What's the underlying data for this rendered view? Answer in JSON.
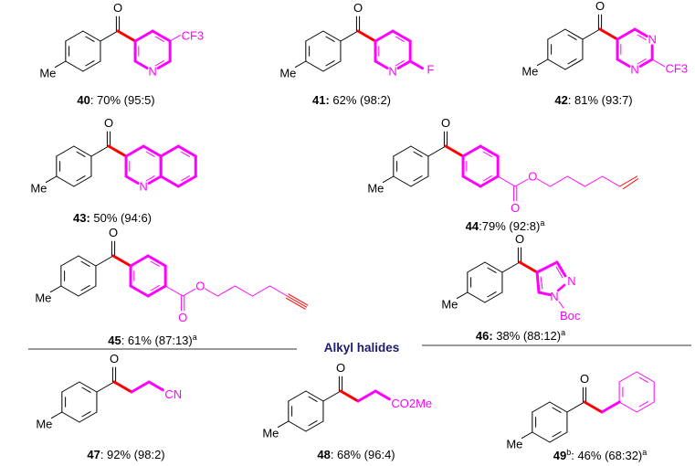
{
  "colors": {
    "bond": "#000000",
    "new_bond": "#ff0000",
    "fragment": "#ff00ff",
    "section_title": "#1c1c6b",
    "divider": "#777777"
  },
  "section": {
    "title": "Alkyl halides"
  },
  "compounds": [
    {
      "id": "40",
      "sep": ": ",
      "text": "70% (95:5)",
      "sup": "",
      "atoms": {
        "carbonyl": "O",
        "methyl": "Me",
        "ring_n": "N",
        "substituent": "CF3"
      }
    },
    {
      "id": "41",
      "sep": ": ",
      "text": "62% (98:2)",
      "sup": "",
      "atoms": {
        "carbonyl": "O",
        "methyl": "Me",
        "ring_n": "N",
        "substituent": "F"
      }
    },
    {
      "id": "42",
      "sep": ": ",
      "text": "81% (93:7)",
      "sup": "",
      "atoms": {
        "carbonyl": "O",
        "methyl": "Me",
        "ring_n": "N",
        "substituent": "CF3"
      }
    },
    {
      "id": "43",
      "sep": ": ",
      "text": "50% (94:6)",
      "sup": "",
      "atoms": {
        "carbonyl": "O",
        "methyl": "Me",
        "ring_n": "N"
      }
    },
    {
      "id": "44",
      "sep": ":",
      "text": "79% (92:8)",
      "sup": "a",
      "atoms": {
        "carbonyl": "O",
        "methyl": "Me",
        "ester_carbonyl": "O",
        "ester_oxygen": "O"
      }
    },
    {
      "id": "45",
      "sep": ": ",
      "text": "61% (87:13)",
      "sup": "a",
      "atoms": {
        "carbonyl": "O",
        "methyl": "Me",
        "ester_carbonyl": "O",
        "ester_oxygen": "O"
      }
    },
    {
      "id": "46",
      "sep": ": ",
      "text": "38% (88:12)",
      "sup": "a",
      "atoms": {
        "carbonyl": "O",
        "methyl": "Me",
        "ring_n": "N",
        "ring_n2": "N",
        "protecting_group": "Boc"
      }
    },
    {
      "id": "47",
      "sep": ": ",
      "text": "92% (98:2)",
      "sup": "",
      "atoms": {
        "carbonyl": "O",
        "methyl": "Me",
        "substituent": "CN"
      }
    },
    {
      "id": "48",
      "sep": ": ",
      "text": "68% (96:4)",
      "sup": "",
      "atoms": {
        "carbonyl": "O",
        "methyl": "Me",
        "substituent": "CO2Me"
      }
    },
    {
      "id": "49",
      "id_sup": "b",
      "sep": ": ",
      "text": "46% (68:32)",
      "sup": "a",
      "atoms": {
        "carbonyl": "O",
        "methyl": "Me"
      }
    }
  ]
}
